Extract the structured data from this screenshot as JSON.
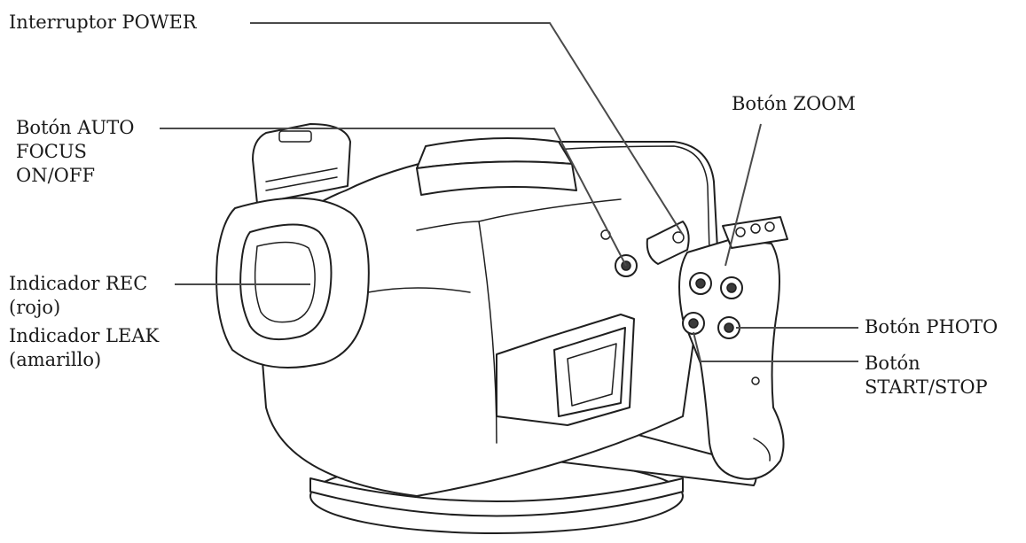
{
  "labels": {
    "power": "Interruptor POWER",
    "autofocus_1": "Botón AUTO",
    "autofocus_2": "FOCUS",
    "autofocus_3": "ON/OFF",
    "zoom": "Botón ZOOM",
    "rec_1": "Indicador REC",
    "rec_2": "(rojo)",
    "leak_1": "Indicador LEAK",
    "leak_2": "(amarillo)",
    "photo": "Botón PHOTO",
    "startstop_1": "Botón",
    "startstop_2": "START/STOP"
  }
}
